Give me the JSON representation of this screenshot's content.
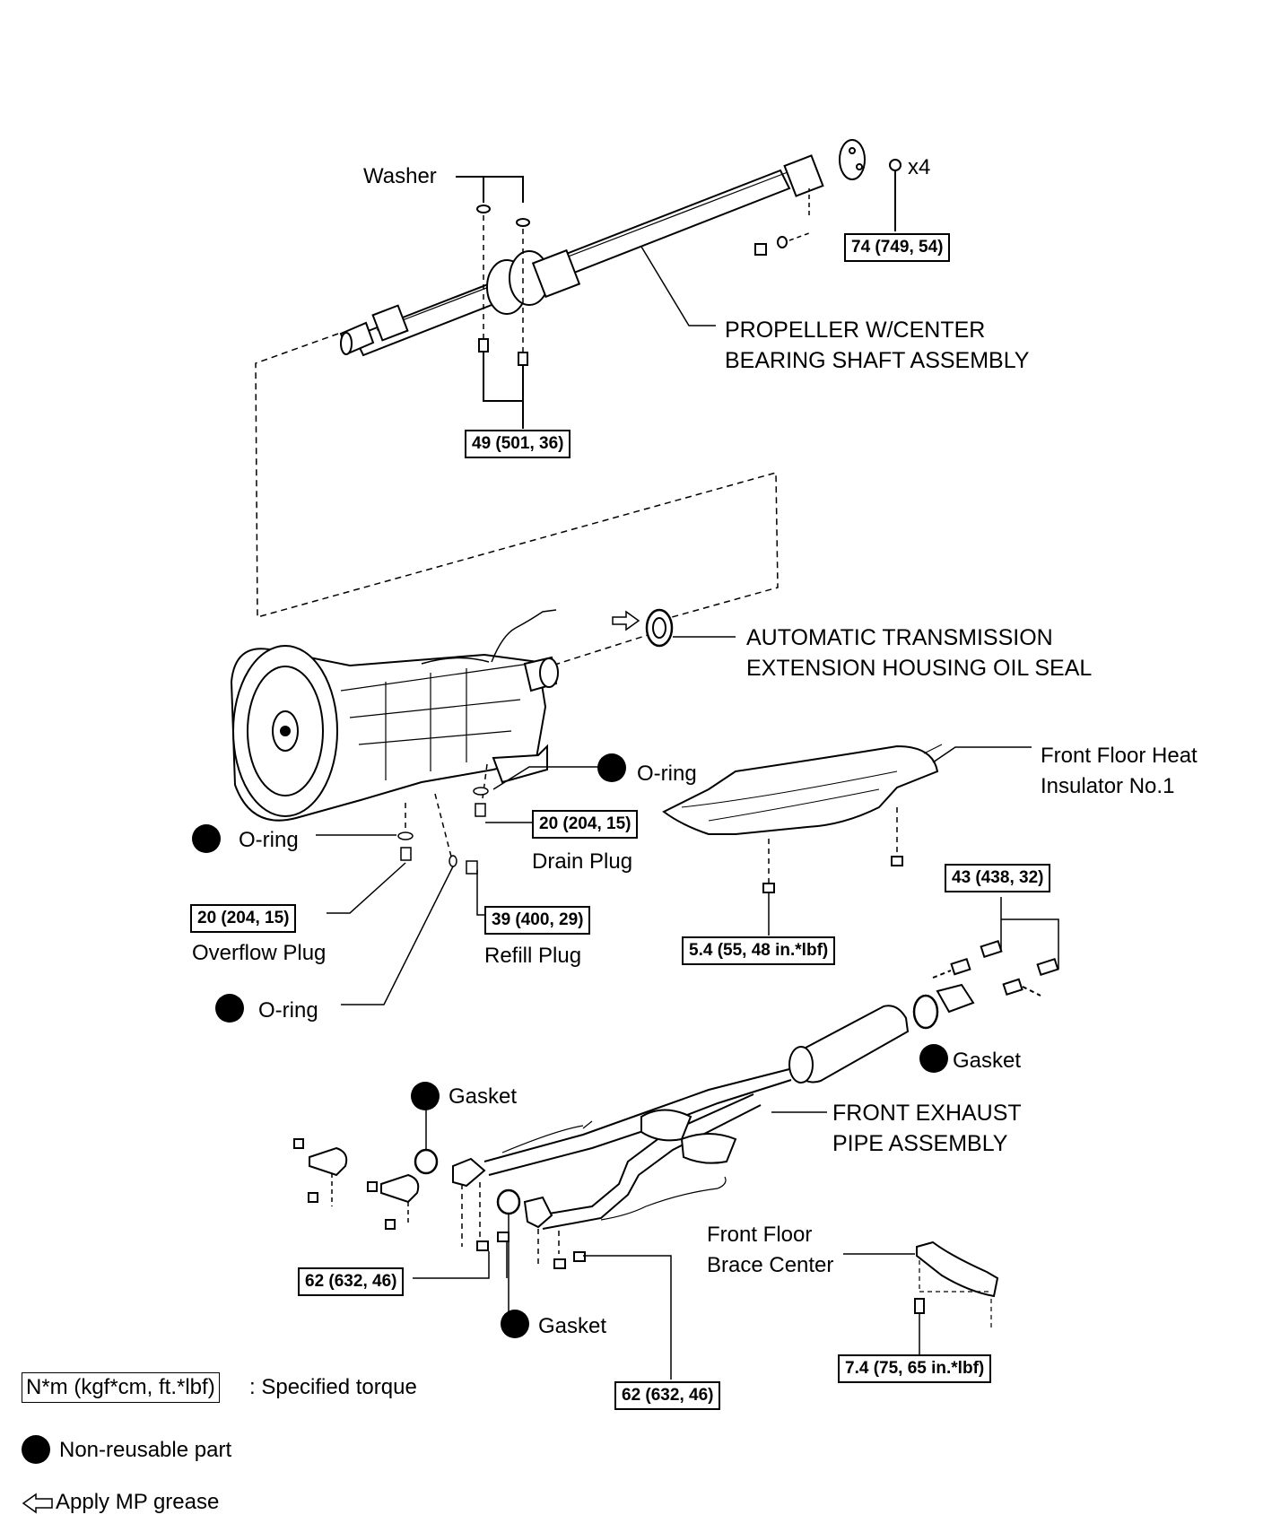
{
  "labels": {
    "washer": "Washer",
    "x4": "x4",
    "propeller_1": "PROPELLER W/CENTER",
    "propeller_2": "BEARING SHAFT ASSEMBLY",
    "at_seal_1": "AUTOMATIC TRANSMISSION",
    "at_seal_2": "EXTENSION HOUSING OIL SEAL",
    "heat_ins_1": "Front Floor Heat",
    "heat_ins_2": "Insulator No.1",
    "oring": "O-ring",
    "drain_plug": "Drain Plug",
    "overflow_plug": "Overflow Plug",
    "refill_plug": "Refill Plug",
    "gasket": "Gasket",
    "exhaust_1": "FRONT EXHAUST",
    "exhaust_2": "PIPE ASSEMBLY",
    "brace_1": "Front Floor",
    "brace_2": "Brace Center"
  },
  "torques": {
    "flange": "74 (749, 54)",
    "center_bearing": "49 (501, 36)",
    "drain": "20 (204, 15)",
    "overflow": "20 (204, 15)",
    "refill": "39 (400, 29)",
    "insulator": "5.4 (55, 48 in.*lbf)",
    "muffler_joint": "43 (438, 32)",
    "manifold_left": "62 (632, 46)",
    "manifold_right": "62 (632, 46)",
    "brace": "7.4 (75, 65 in.*lbf)"
  },
  "legend": {
    "torque_box": "N*m (kgf*cm, ft.*lbf)",
    "torque_text": ": Specified torque",
    "nonreusable": "Non-reusable part",
    "grease": "Apply MP grease"
  }
}
